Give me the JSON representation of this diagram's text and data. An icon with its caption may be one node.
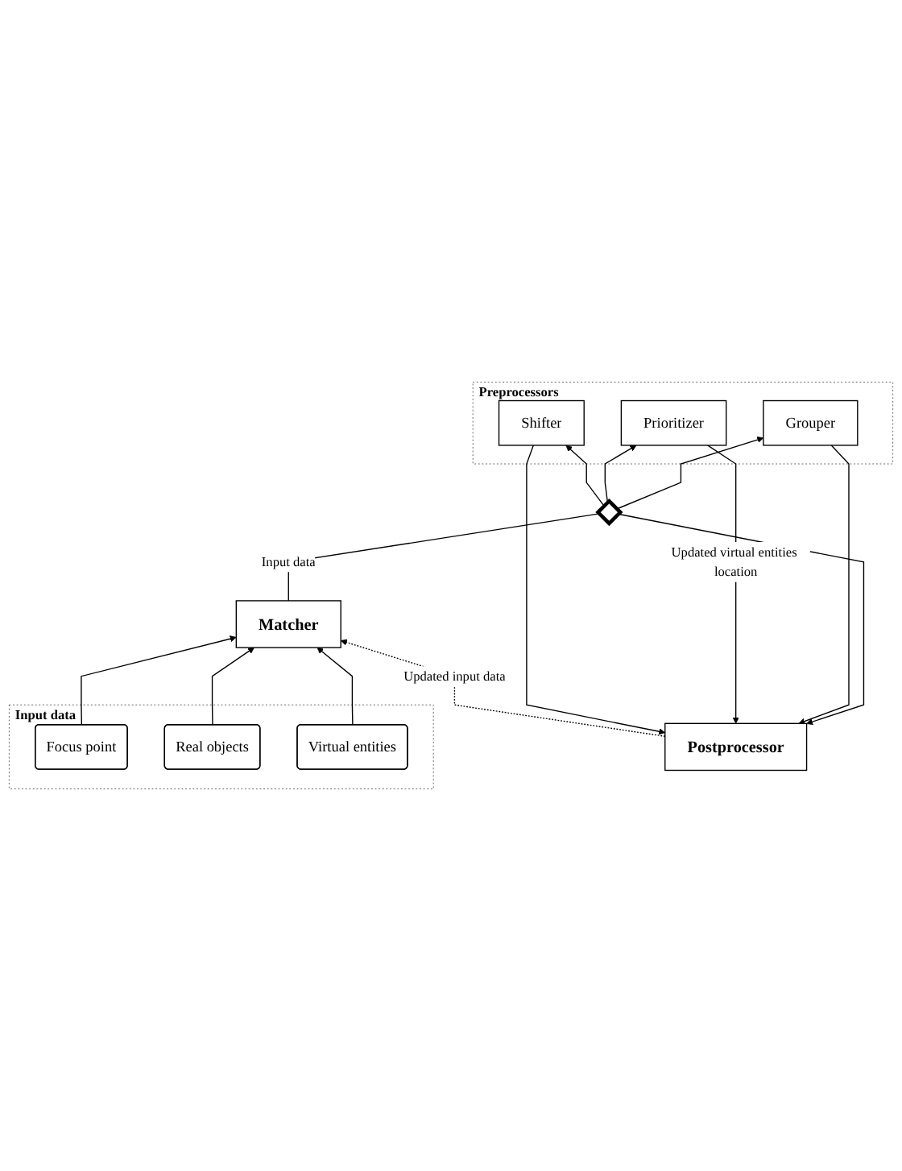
{
  "diagram": {
    "nodes": [
      {
        "text": [
          "Postprocessor"
        ]
      },
      {
        "text": [
          "Preprocessors"
        ]
      },
      {
        "text": [
          "Shifter"
        ],
        "in": 1
      },
      {
        "text": [
          "Prioritizer"
        ],
        "in": 1
      },
      {
        "text": [
          "Grouper"
        ],
        "in": 1
      },
      {
        "text": [],
        "shape": "diamond"
      },
      {
        "text": [
          "Matcher"
        ]
      },
      {
        "text": [
          "Input data"
        ]
      },
      {
        "text": [
          "Focus point"
        ],
        "in": 7
      },
      {
        "text": [
          "Real objects"
        ],
        "in": 7
      },
      {
        "text": [
          "Virtual entities"
        ],
        "in": 7
      }
    ],
    "edges": [
      {
        "from": 2,
        "to": 0,
        "arrow": "to"
      },
      {
        "from": 3,
        "to": 0,
        "arrow": "to",
        "label": "Updated virtual entities location"
      },
      {
        "from": 4,
        "to": 0,
        "arrow": "to"
      },
      {
        "from": 5,
        "to": 2,
        "arrow": "to"
      },
      {
        "from": 5,
        "to": 3,
        "arrow": "to"
      },
      {
        "from": 5,
        "to": 4,
        "arrow": "to"
      },
      {
        "from": 5,
        "to": 0,
        "arrow": "to"
      },
      {
        "from": 6,
        "to": 5,
        "arrow": "none",
        "label": "Input data"
      },
      {
        "from": 8,
        "to": 6,
        "arrow": "to"
      },
      {
        "from": 9,
        "to": 6,
        "arrow": "to"
      },
      {
        "from": 10,
        "to": 6,
        "arrow": "to"
      },
      {
        "from": 0,
        "to": 6,
        "arrow": "to",
        "style": "dashed",
        "label": "Updated input data"
      }
    ]
  }
}
